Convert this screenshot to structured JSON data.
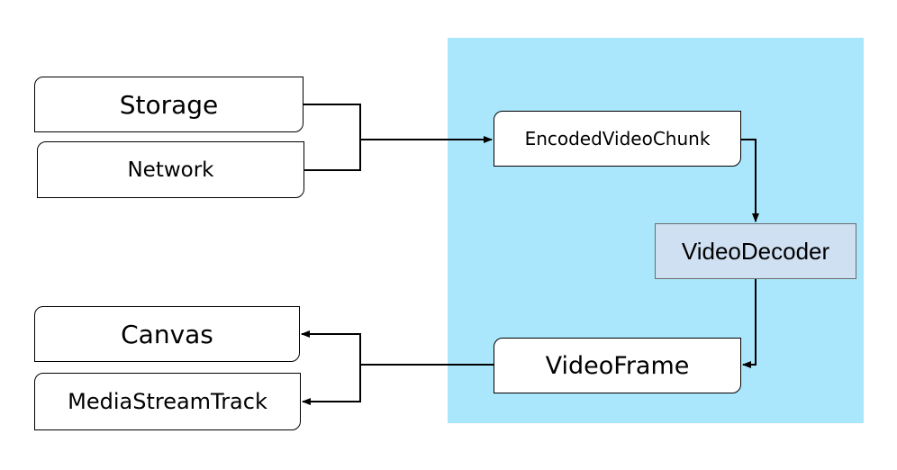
{
  "nodes": {
    "storage": "Storage",
    "network": "Network",
    "encoded_video_chunk": "EncodedVideoChunk",
    "video_decoder": "VideoDecoder",
    "video_frame": "VideoFrame",
    "canvas": "Canvas",
    "media_stream_track": "MediaStreamTrack"
  },
  "colors": {
    "region_fill": "#aae6fc",
    "decoder_fill": "#cfe0f2",
    "node_fill": "#ffffff",
    "edge": "#000000"
  }
}
